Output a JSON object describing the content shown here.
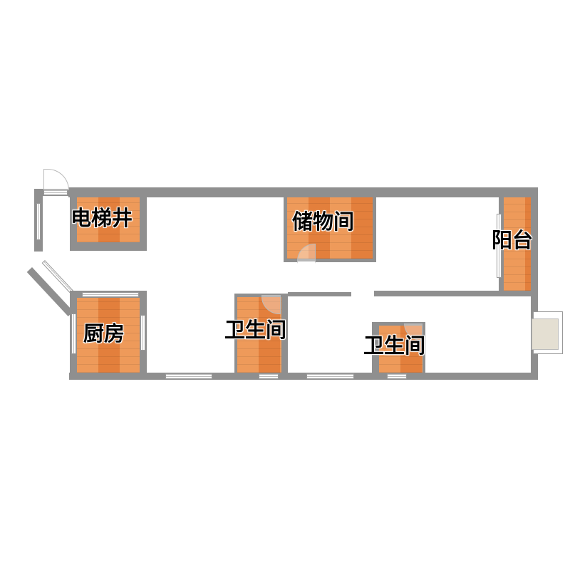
{
  "rooms": {
    "elevator": "电梯井",
    "storage": "储物间",
    "balcony": "阳台",
    "kitchen": "厨房",
    "bathroom1": "卫生间",
    "bathroom2": "卫生间"
  },
  "colors": {
    "wall": "#8f8f8f",
    "floor": "#e8843f",
    "ac_unit": "#e4dfd2"
  }
}
